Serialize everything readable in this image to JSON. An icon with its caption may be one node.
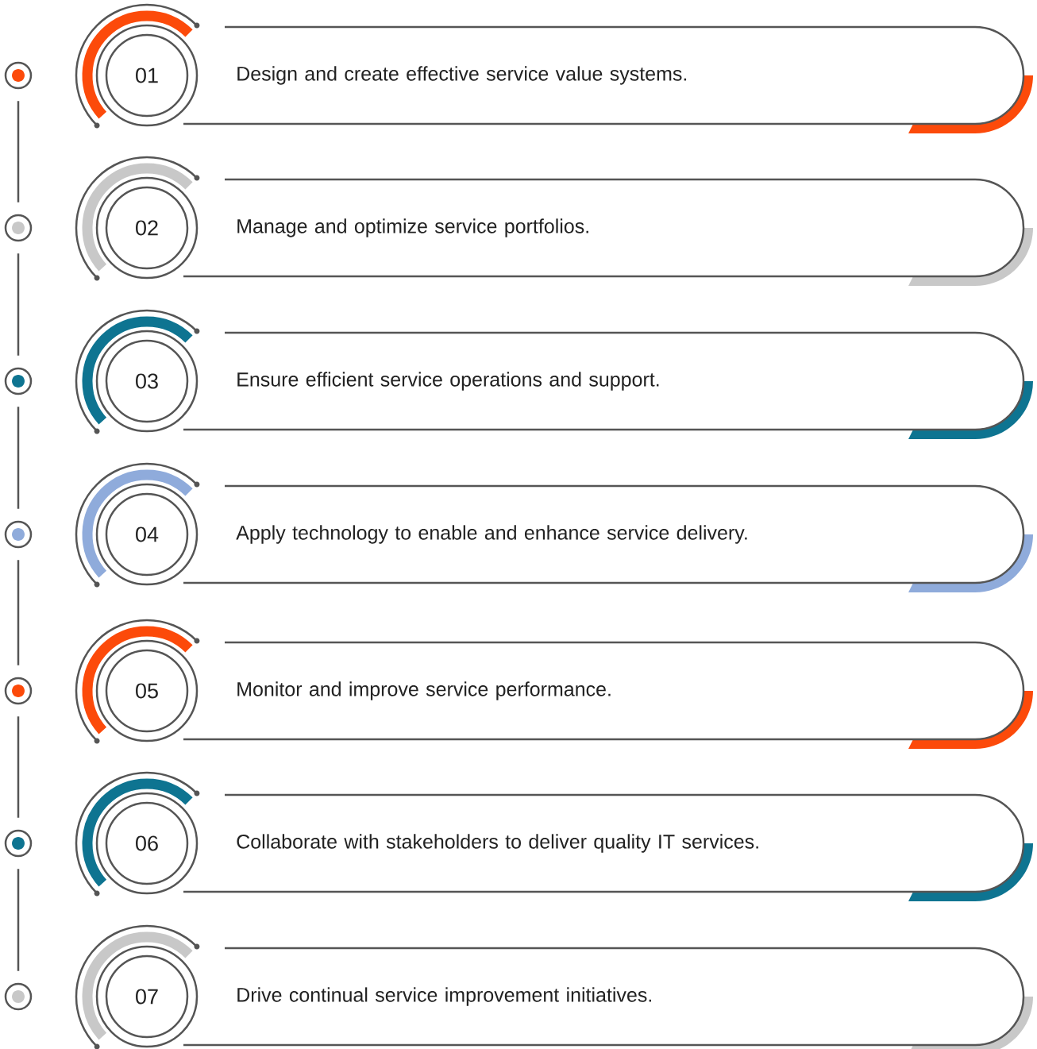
{
  "diagram": {
    "nodes": [
      {
        "text": [],
        "shape": "circle"
      },
      {
        "text": [
          "01"
        ]
      },
      {
        "text": [
          "Design and create effective service value systems."
        ]
      },
      {
        "text": [],
        "shape": "circle"
      },
      {
        "text": [
          "02"
        ]
      },
      {
        "text": [
          "Manage and optimize service portfolios."
        ]
      },
      {
        "text": [],
        "shape": "circle"
      },
      {
        "text": [
          "03"
        ]
      },
      {
        "text": [
          "Ensure efficient service operations and support."
        ]
      },
      {
        "text": [],
        "shape": "circle"
      },
      {
        "text": [
          "04"
        ]
      },
      {
        "text": [
          "Apply technology to enable and enhance service delivery."
        ]
      },
      {
        "text": [],
        "shape": "circle"
      },
      {
        "text": [
          "05"
        ]
      },
      {
        "text": [
          "Monitor and improve service performance."
        ]
      },
      {
        "text": [],
        "shape": "circle"
      },
      {
        "text": [
          "06"
        ]
      },
      {
        "text": [
          "Collaborate with stakeholders to deliver quality IT services."
        ]
      },
      {
        "text": [],
        "shape": "circle"
      },
      {
        "text": [
          "07"
        ]
      },
      {
        "text": [
          "Drive continual service improvement initiatives."
        ]
      }
    ],
    "edges": [
      {
        "from": 0,
        "to": 3,
        "arrow": "none"
      },
      {
        "from": 3,
        "to": 6,
        "arrow": "none"
      },
      {
        "from": 6,
        "to": 9,
        "arrow": "none"
      },
      {
        "from": 9,
        "to": 12,
        "arrow": "none"
      },
      {
        "from": 12,
        "to": 15,
        "arrow": "none"
      },
      {
        "from": 15,
        "to": 18,
        "arrow": "none"
      }
    ]
  }
}
